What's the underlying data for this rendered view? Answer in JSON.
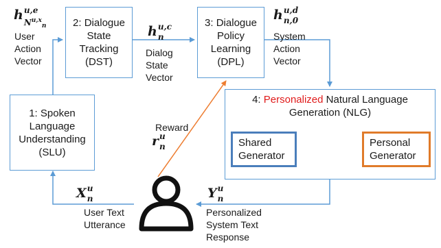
{
  "boxes": {
    "slu": "1: Spoken\nLanguage\nUnderstanding\n(SLU)",
    "dst": "2: Dialogue\nState\nTracking\n(DST)",
    "dpl": "3: Dialogue\nPolicy\nLearning\n(DPL)",
    "nlg_prefix": "4: ",
    "nlg_highlight": "Personalized",
    "nlg_rest_line1": " Natural Language",
    "nlg_line2": "Generation (NLG)",
    "shared_generator": "Shared\nGenerator",
    "personal_generator": "Personal\nGenerator"
  },
  "labels": {
    "user_action_vector": "User\nAction\nVector",
    "dialog_state_vector": "Dialog\nState\nVector",
    "system_action_vector": "System\nAction\nVector",
    "reward": "Reward",
    "user_text_utterance": "User Text\nUtterance",
    "personalized_response": "Personalized\nSystem Text\nResponse"
  },
  "math": {
    "h_e": {
      "base": "h",
      "sup": "u,e",
      "sub": "N",
      "sub_sup": "u,x",
      "sub_sub": "n"
    },
    "h_c": {
      "base": "h",
      "sup": "u,c",
      "sub": "n"
    },
    "h_d": {
      "base": "h",
      "sup": "u,d",
      "sub": "n,0"
    },
    "r": {
      "base": "r",
      "sup": "u",
      "sub": "n"
    },
    "x": {
      "base": "X",
      "sup": "u",
      "sub": "n"
    },
    "y": {
      "base": "Y",
      "sup": "u",
      "sub": "n"
    }
  },
  "colors": {
    "box_border": "#5b9bd5",
    "arrow_blue": "#5b9bd5",
    "reward_arrow": "#ed7d31",
    "highlight_text": "#e01b1b",
    "shared_border": "#4a7ebb",
    "personal_border": "#e07b2a"
  },
  "icons": {
    "user": "person-outline-icon"
  }
}
